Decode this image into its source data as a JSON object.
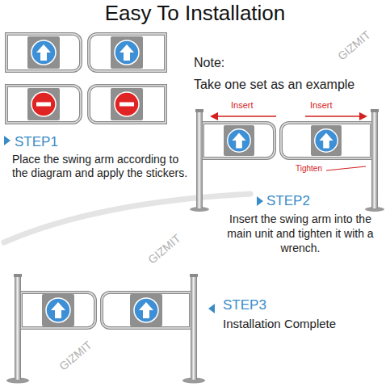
{
  "diagram": {
    "title": "Easy To Installation",
    "labels": [
      "Note:",
      "Take one set as an example",
      "STEP1",
      "Place the swing arm according to the diagram and apply the stickers.",
      "Insert",
      "Insert",
      "Tighten",
      "STEP2",
      "Insert the swing arm into the main unit and tighten it with a wrench.",
      "STEP3",
      "Installation Complete",
      "GIZMIT",
      "GIZMIT",
      "GIZMIT"
    ]
  }
}
